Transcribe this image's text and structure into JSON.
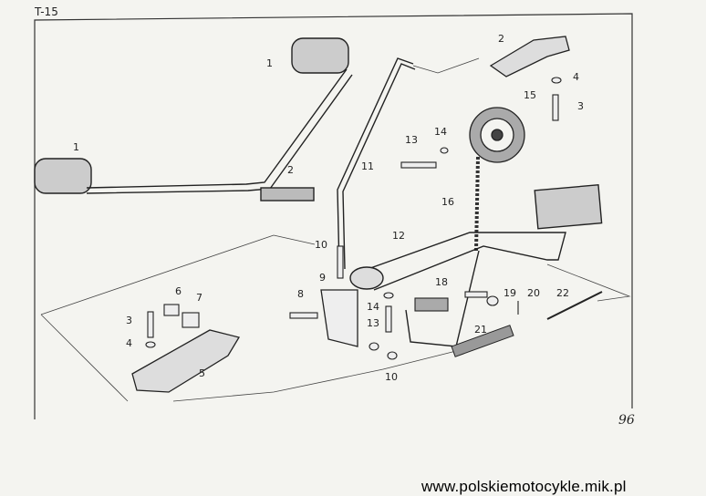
{
  "sheet": {
    "code": "T-15",
    "page_number": "96",
    "website": "www.polskiemotocykle.mik.pl"
  },
  "callouts": [
    "1",
    "1",
    "2",
    "2",
    "3",
    "3",
    "4",
    "4",
    "5",
    "6",
    "7",
    "8",
    "9",
    "10",
    "10",
    "11",
    "12",
    "13",
    "13",
    "14",
    "14",
    "15",
    "16",
    "18",
    "19",
    "20",
    "21",
    "22"
  ]
}
